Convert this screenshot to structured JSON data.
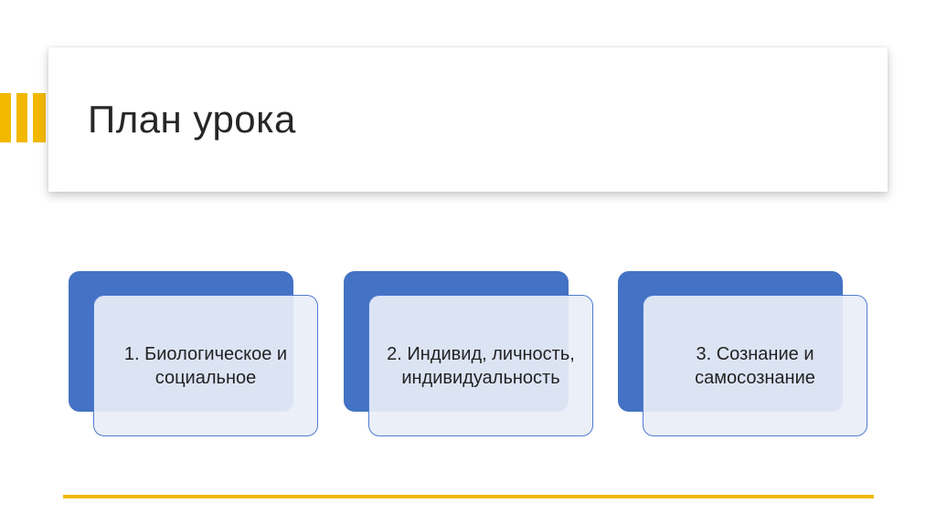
{
  "slide": {
    "title": "План урока",
    "items": [
      {
        "text": "1. Биологическое и социальное"
      },
      {
        "text": "2. Индивид, личность, индивидуальность"
      },
      {
        "text": "3. Сознание и самосознание"
      }
    ]
  },
  "colors": {
    "accent": "#f2b800",
    "box_blue": "#4472c4",
    "box_front": "#e9eef7",
    "title_text": "#262626"
  }
}
